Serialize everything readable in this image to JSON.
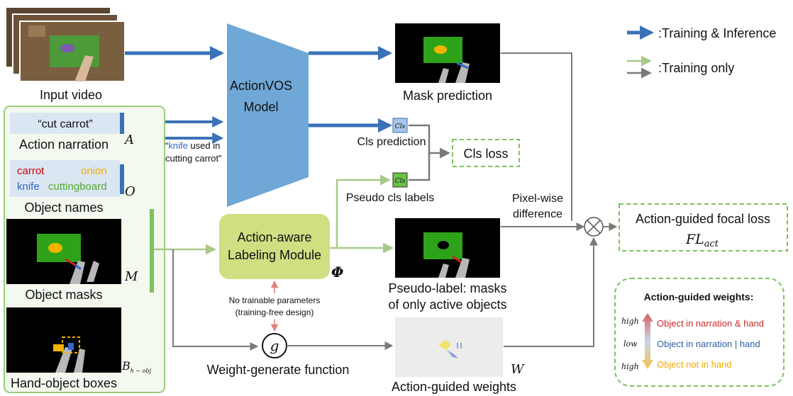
{
  "input": {
    "label": "Input video"
  },
  "model": {
    "line1": "ActionVOS",
    "line2": "Model"
  },
  "outputs": {
    "mask_prediction": "Mask prediction",
    "cls_prediction": "Cls prediction",
    "cls_loss": "Cls loss",
    "pseudo_cls_labels": "Pseudo cls labels",
    "cls_chip": "Cls",
    "pixelwise_line1": "Pixel-",
    "pixelwise_line2": "wise",
    "pixelwise_line3": "difference",
    "pseudo_label_line1": "Pseudo-label: masks",
    "pseudo_label_line2": "of only active objects",
    "focal_loss_line1": "Action-guided focal loss",
    "focal_loss_sym": "FL",
    "focal_loss_sub": "act",
    "weights_label": "Action-guided weights",
    "weights_sym": "W"
  },
  "inputs_panel": {
    "narration_text": "“cut carrot”",
    "narration_label": "Action narration",
    "narration_sym": "A",
    "objects": {
      "carrot": "carrot",
      "onion": "onion",
      "knife": "knife",
      "cuttingboard": "cuttingboard"
    },
    "object_names_label": "Object names",
    "object_names_sym": "O",
    "object_masks_label": "Object masks",
    "object_masks_sym": "M",
    "hand_object_label": "Hand-object boxes",
    "hand_object_sym": "B",
    "hand_object_sub": "h − obj"
  },
  "prompt_note": {
    "open_quote": "“",
    "knife": "knife",
    "rest_line1": " used in",
    "line2": "cutting carrot”"
  },
  "labeling": {
    "line1": "Action-aware",
    "line2": "Labeling Module",
    "sym": "Φ",
    "note_line1": "No trainable parameters",
    "note_line2": "(training-free design)"
  },
  "weight_fn": {
    "label": "Weight-generate function",
    "sym": "g"
  },
  "legend": {
    "training_inference": ":Training & Inference",
    "training_only": ":Training only"
  },
  "weights_box": {
    "title": "Action-guided weights:",
    "level_high": "high",
    "level_low": "low",
    "level_high2": "high",
    "row1": "Object in narration & hand",
    "row2": "Object in narration | hand",
    "row3": "Object not in hand"
  },
  "colors": {
    "blue_arrow": "#3a72b8",
    "green_arrow": "#a9c98b",
    "gray_arrow": "#7a7a7a",
    "model_fill": "#6fa7d6",
    "labeling_fill": "#cfdf82",
    "panel_border": "#9acd7a",
    "narration_fill": "#dbe6f3",
    "carrot": "#cc0000",
    "onion": "#f0b000",
    "knife": "#2f6bbf",
    "cuttingboard": "#55aa33"
  }
}
